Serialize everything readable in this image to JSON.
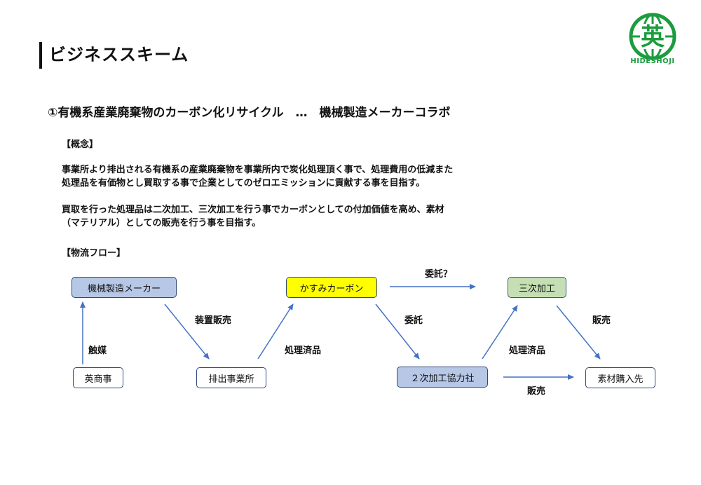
{
  "header": {
    "title": "ビジネススキーム"
  },
  "logo": {
    "kanji": "英",
    "text": "HIDESHOJI",
    "color": "#1c9c3e"
  },
  "subtitle": "①有機系産業廃棄物のカーボン化リサイクル　…　機械製造メーカーコラボ",
  "concept": {
    "heading": "【概念】",
    "para1_line1": "事業所より排出される有機系の産業廃棄物を事業所内で炭化処理頂く事で、処理費用の低減また",
    "para1_line2": "処理品を有価物とし買取する事で企業としてのゼロエミッションに貢献する事を目指す。",
    "para2_line1": "買取を行った処理品は二次加工、三次加工を行う事でカーボンとしての付加価値を高め、素材",
    "para2_line2": "（マテリアル）としての販売を行う事を目指す。"
  },
  "flow": {
    "heading": "【物流フロー】",
    "nodes": {
      "maker": "機械製造メーカー",
      "kasumi": "かすみカーボン",
      "sanji": "三次加工",
      "eishoji": "英商事",
      "haishutsu": "排出事業所",
      "niji": "２次加工協力社",
      "sozai": "素材購入先"
    },
    "edges": {
      "itaku_q": "委託？",
      "sochi": "装置販売",
      "itaku": "委託",
      "hanbai_top": "販売",
      "shokubai": "触媒",
      "shori1": "処理済品",
      "shori2": "処理済品",
      "hanbai_bottom": "販売"
    },
    "colors": {
      "blue": "#b7c7e6",
      "yellow": "#ffff00",
      "green": "#c5dfb4",
      "arrow": "#4472c4"
    }
  }
}
